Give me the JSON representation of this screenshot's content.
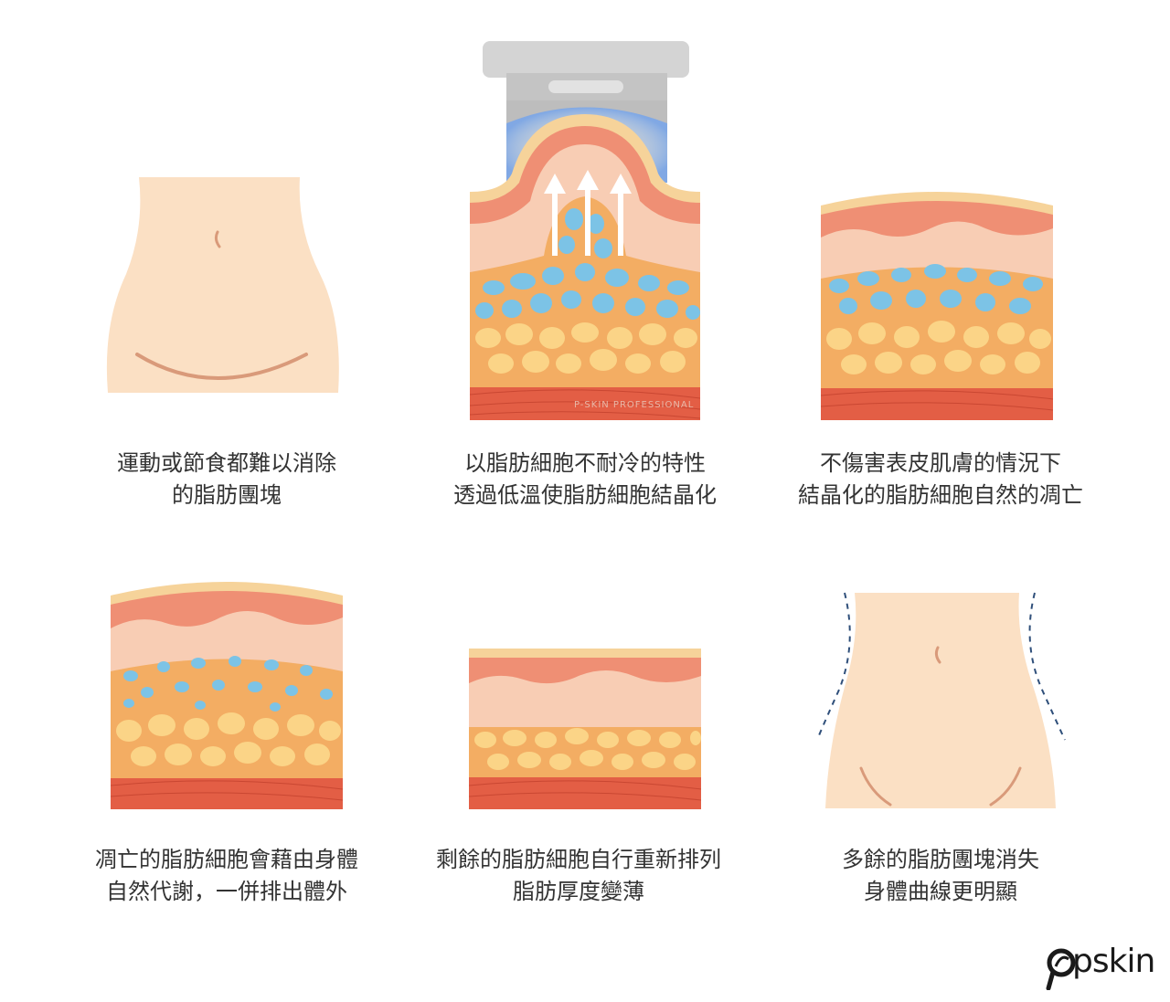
{
  "steps": [
    {
      "line1": "運動或節食都難以消除",
      "line2": "的脂肪團塊"
    },
    {
      "line1": "以脂肪細胞不耐冷的特性",
      "line2": "透過低溫使脂肪細胞結晶化"
    },
    {
      "line1": "不傷害表皮肌膚的情況下",
      "line2": "結晶化的脂肪細胞自然的凋亡"
    },
    {
      "line1": "凋亡的脂肪細胞會藉由身體",
      "line2": "自然代謝，一併排出體外"
    },
    {
      "line1": "剩餘的脂肪細胞自行重新排列",
      "line2": "脂肪厚度變薄"
    },
    {
      "line1": "多餘的脂肪團塊消失",
      "line2": "身體曲線更明顯"
    }
  ],
  "watermark": {
    "text": "P-SKIN PROFESSIONAL"
  },
  "logo": {
    "text": "pskin"
  },
  "colors": {
    "skin": "#fbe0c4",
    "epidermis": "#f6d39a",
    "dermis": "#ef8f74",
    "fat_layer": "#f3ad63",
    "fat_cell": "#fbd487",
    "crystal": "#7cc3e6",
    "muscle": "#e35e45",
    "applicator": "#c8c8c8"
  }
}
